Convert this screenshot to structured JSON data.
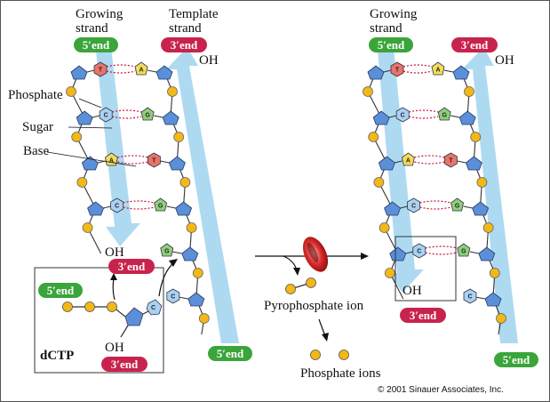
{
  "labels": {
    "growing_strand": [
      "Growing",
      "strand"
    ],
    "template_strand": [
      "Template",
      "strand"
    ],
    "phosphate": "Phosphate",
    "sugar": "Sugar",
    "base": "Base",
    "oh": "OH",
    "dctp": "dCTP",
    "pyrophosphate": "Pyrophosphate ion",
    "phosphate_ions": "Phosphate ions",
    "five_end": "5′end",
    "three_end": "3′end",
    "copyright": "© 2001 Sinauer Associates, Inc."
  },
  "bases": {
    "T": "T",
    "A": "A",
    "C": "C",
    "G": "G"
  },
  "colors": {
    "green_pill": "#3aa53a",
    "red_pill": "#c8234d",
    "strand_arrow": "#9fd3ee",
    "sugar": "#5b8fd8",
    "phosphate": "#f3b816",
    "base_T": "#e8736b",
    "base_A": "#f2dc5a",
    "base_C": "#a9d1f2",
    "base_G": "#8fcf7a",
    "hbond": "#d0103a"
  }
}
